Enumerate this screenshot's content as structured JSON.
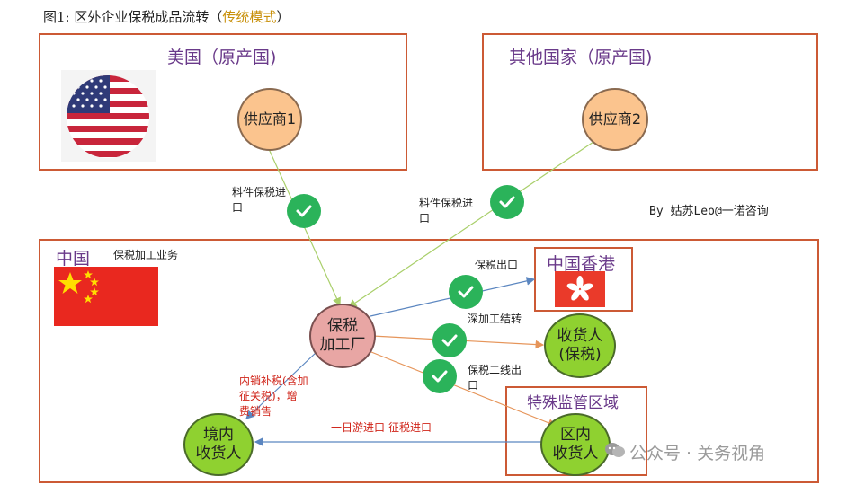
{
  "title_prefix": "图1: 区外企业保税成品流转（",
  "title_highlight": "传统模式",
  "title_suffix": "）",
  "boxes": {
    "usa": "美国（原产国)",
    "other": "其他国家（原产国)",
    "china": "中国",
    "hk": "中国香港",
    "special": "特殊监管区域"
  },
  "business_note": "保税加工业务",
  "author": "By  姑苏Leo@一诺咨询",
  "nodes": {
    "supplier1": "供应商1",
    "supplier2": "供应商2",
    "factory": "保税\n加工厂",
    "consignee_bonded": "收货人\n(保税)",
    "domestic_consignee": "境内\n收货人",
    "zone_consignee": "区内\n收货人"
  },
  "edge_labels": {
    "import1": "料件保税进\n口",
    "import2": "料件保税进\n口",
    "export": "保税出口",
    "deep_processing": "深加工结转",
    "second_line": "保税二线出\n口",
    "domestic_sale": "内销补税(含加\n征关税)，增\n费销售",
    "one_day_tour": "一日游进口-征税进口"
  },
  "watermark": "公众号 · 关务视角",
  "colors": {
    "box_border": "#cc5a35",
    "check_green": "#2bb35a",
    "line_green": "#a9cf6a",
    "line_blue": "#5b86c0",
    "line_orange": "#e6955a"
  }
}
